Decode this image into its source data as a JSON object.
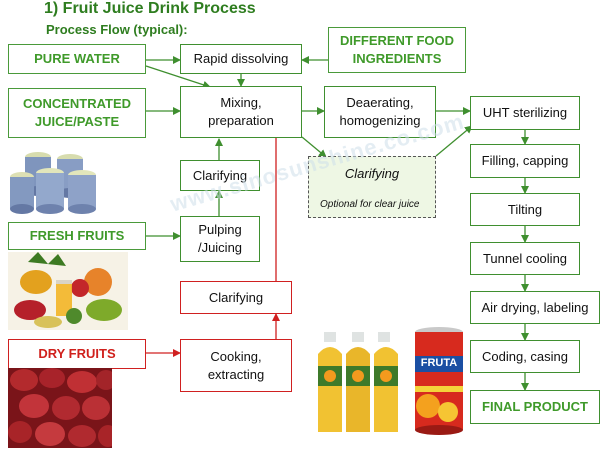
{
  "header": {
    "title": "1)  Fruit Juice Drink Process",
    "subtitle": "Process Flow (typical):"
  },
  "sources": {
    "pure_water": "PURE WATER",
    "different_food": "DIFFERENT FOOD INGREDIENTS",
    "concentrated": "CONCENTRATED JUICE/PASTE",
    "fresh_fruits": "FRESH FRUITS",
    "dry_fruits": "DRY FRUITS"
  },
  "steps": {
    "rapid_dissolving": "Rapid dissolving",
    "mixing": "Mixing, preparation",
    "clarifying_green": "Clarifying",
    "pulping": "Pulping /Juicing",
    "clarifying_red": "Clarifying",
    "cooking": "Cooking, extracting",
    "deaerating": "Deaerating, homogenizing",
    "clarifying_optional": "Clarifying",
    "optional_note": "Optional for clear juice"
  },
  "line": {
    "uht": "UHT sterilizing",
    "filling": "Filling, capping",
    "tilting": "Tilting",
    "tunnel": "Tunnel cooling",
    "air_drying": "Air drying, labeling",
    "coding": "Coding, casing",
    "final": "FINAL PRODUCT"
  },
  "watermark": "www.sinosunshine.co.com",
  "can_logo": "FRUTA",
  "colors": {
    "green": "#3f8f2f",
    "red": "#d02020",
    "title_green": "#2e7d1f"
  }
}
